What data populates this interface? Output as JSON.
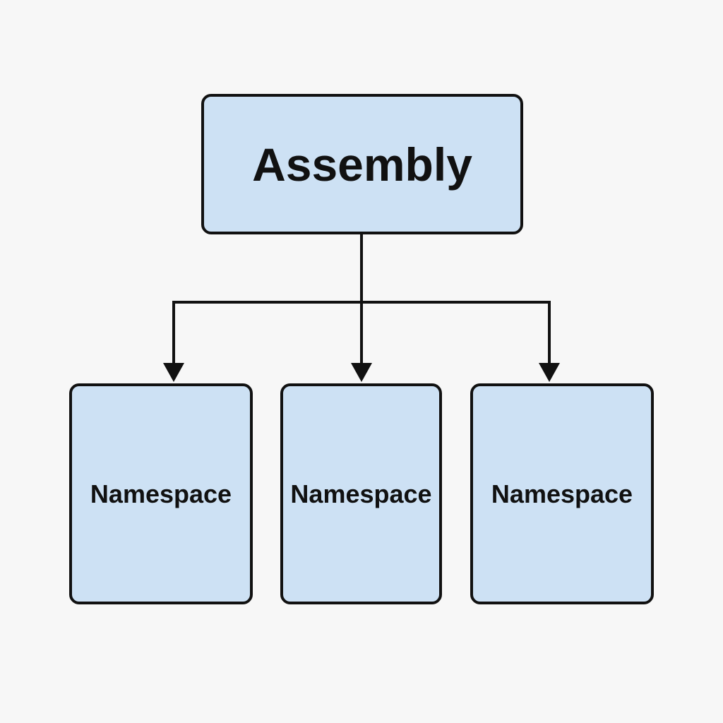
{
  "diagram": {
    "root": {
      "label": "Assembly"
    },
    "children": [
      {
        "label": "Namespace"
      },
      {
        "label": "Namespace"
      },
      {
        "label": "Namespace"
      }
    ],
    "colors": {
      "box_fill": "#cde1f4",
      "stroke": "#111111",
      "background": "#f7f7f7"
    }
  }
}
